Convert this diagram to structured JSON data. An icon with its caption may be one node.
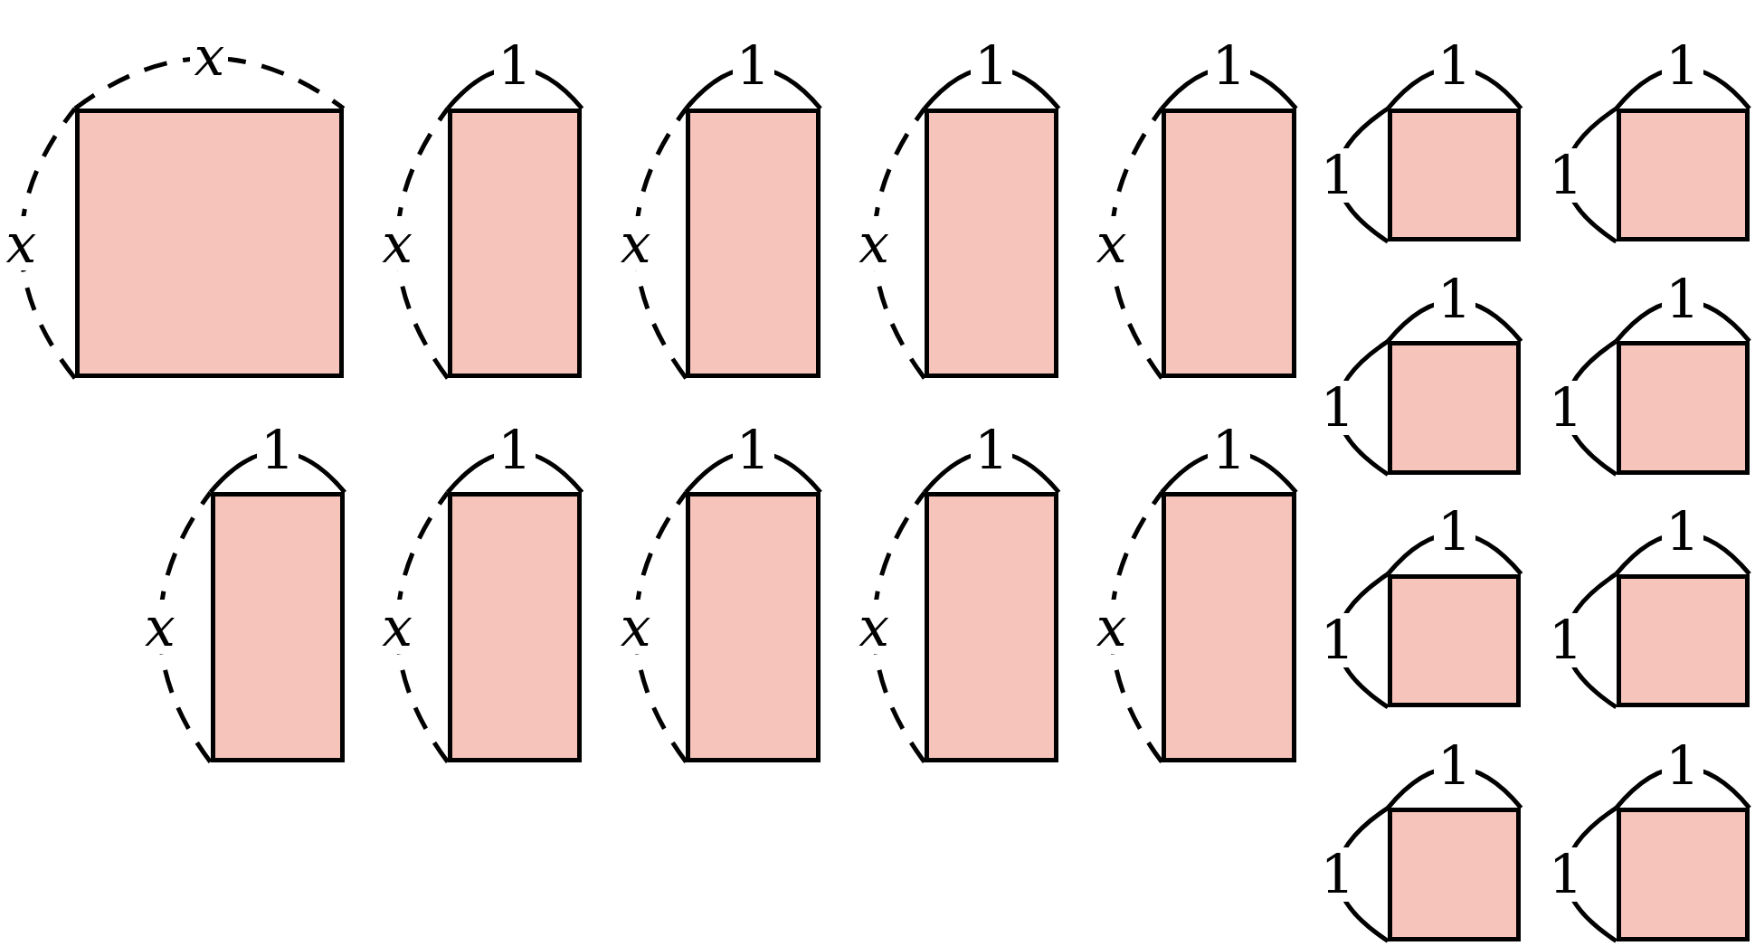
{
  "diagram": {
    "nodes": [
      {
        "text": [],
        "shape": "box",
        "beside": [
          "x",
          "x"
        ]
      },
      {
        "text": [],
        "shape": "box",
        "beside": [
          "1",
          "x"
        ]
      },
      {
        "text": [],
        "shape": "box",
        "beside": [
          "1",
          "x"
        ]
      },
      {
        "text": [],
        "shape": "box",
        "beside": [
          "1",
          "x"
        ]
      },
      {
        "text": [],
        "shape": "box",
        "beside": [
          "1",
          "x"
        ]
      },
      {
        "text": [],
        "shape": "box",
        "beside": [
          "1",
          "1"
        ]
      },
      {
        "text": [],
        "shape": "box",
        "beside": [
          "1",
          "1"
        ]
      },
      {
        "text": [],
        "shape": "box",
        "beside": [
          "1",
          "1"
        ]
      },
      {
        "text": [],
        "shape": "box",
        "beside": [
          "1",
          "1"
        ]
      },
      {
        "text": [],
        "shape": "box",
        "beside": [
          "1",
          "x"
        ]
      },
      {
        "text": [],
        "shape": "box",
        "beside": [
          "1",
          "x"
        ]
      },
      {
        "text": [],
        "shape": "box",
        "beside": [
          "1",
          "x"
        ]
      },
      {
        "text": [],
        "shape": "box",
        "beside": [
          "1",
          "x"
        ]
      },
      {
        "text": [],
        "shape": "box",
        "beside": [
          "1",
          "x"
        ]
      },
      {
        "text": [],
        "shape": "box",
        "beside": [
          "1",
          "1"
        ]
      },
      {
        "text": [],
        "shape": "box",
        "beside": [
          "1",
          "1"
        ]
      },
      {
        "text": [],
        "shape": "box",
        "beside": [
          "1",
          "1"
        ]
      },
      {
        "text": [],
        "shape": "box",
        "beside": [
          "1",
          "1"
        ]
      }
    ]
  }
}
